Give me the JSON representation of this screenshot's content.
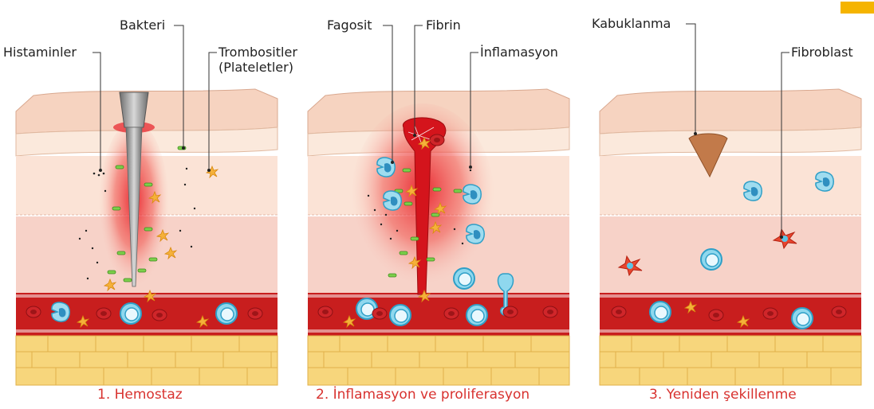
{
  "labels": {
    "histamine": "Histaminler",
    "bacteria": "Bakteri",
    "platelets_line1": "Trombositler",
    "platelets_line2": "(Plateletler)",
    "phagocyte": "Fagosit",
    "fibrin": "Fibrin",
    "inflammation": "İnflamasyon",
    "scab": "Kabuklanma",
    "fibroblast": "Fibroblast"
  },
  "captions": {
    "stage1": "1. Hemostaz",
    "stage2": "2. İnflamasyon ve proliferasyon",
    "stage3": "3. Yeniden şekillenme"
  },
  "colors": {
    "epidermis": "#f6d3c0",
    "dermis": "#fbe3d6",
    "deep_dermis": "#f7d2c8",
    "vessel": "#c81e1e",
    "fat": "#f7d67c",
    "caption": "#d8322f",
    "accent": "#f5b400"
  }
}
